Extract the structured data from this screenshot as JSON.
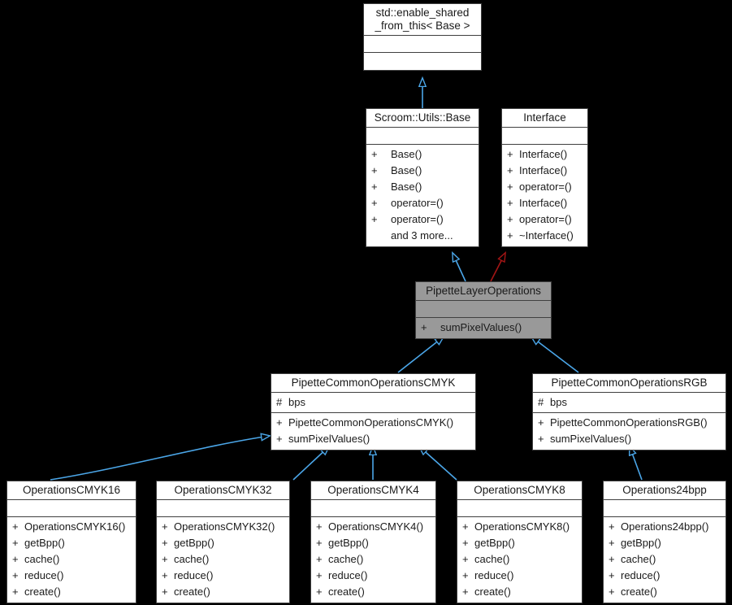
{
  "diagram": {
    "kind": "uml-class-inheritance",
    "background": "#000000",
    "edge_colors": {
      "public_inheritance": "#4BA6E8",
      "private_inheritance": "#A31515"
    },
    "highlight_fill": "#999999"
  },
  "classes": {
    "enable_shared_from_this": {
      "name": "std::enable_shared\n_from_this< Base >",
      "attributes": [],
      "operations": []
    },
    "scroom_utils_base": {
      "name": "Scroom::Utils::Base",
      "attributes": [],
      "operations": [
        {
          "vis": "+",
          "label": "Base()"
        },
        {
          "vis": "+",
          "label": "Base()"
        },
        {
          "vis": "+",
          "label": "Base()"
        },
        {
          "vis": "+",
          "label": "operator=()"
        },
        {
          "vis": "+",
          "label": "operator=()"
        },
        {
          "vis": "",
          "label": "and 3 more..."
        }
      ]
    },
    "interface": {
      "name": "Interface",
      "attributes": [],
      "operations": [
        {
          "vis": "+",
          "label": "Interface()"
        },
        {
          "vis": "+",
          "label": "Interface()"
        },
        {
          "vis": "+",
          "label": "operator=()"
        },
        {
          "vis": "+",
          "label": "Interface()"
        },
        {
          "vis": "+",
          "label": "operator=()"
        },
        {
          "vis": "+",
          "label": "~Interface()"
        }
      ]
    },
    "pipette_layer_operations": {
      "name": "PipetteLayerOperations",
      "attributes": [],
      "operations": [
        {
          "vis": "+",
          "label": "sumPixelValues()"
        }
      ]
    },
    "pipette_common_operations_cmyk": {
      "name": "PipetteCommonOperationsCMYK",
      "attributes": [
        {
          "vis": "#",
          "label": "bps"
        }
      ],
      "operations": [
        {
          "vis": "+",
          "label": "PipetteCommonOperationsCMYK()"
        },
        {
          "vis": "+",
          "label": "sumPixelValues()"
        }
      ]
    },
    "pipette_common_operations_rgb": {
      "name": "PipetteCommonOperationsRGB",
      "attributes": [
        {
          "vis": "#",
          "label": "bps"
        }
      ],
      "operations": [
        {
          "vis": "+",
          "label": "PipetteCommonOperationsRGB()"
        },
        {
          "vis": "+",
          "label": "sumPixelValues()"
        }
      ]
    },
    "operations_cmyk16": {
      "name": "OperationsCMYK16",
      "attributes": [],
      "operations": [
        {
          "vis": "+",
          "label": "OperationsCMYK16()"
        },
        {
          "vis": "+",
          "label": "getBpp()"
        },
        {
          "vis": "+",
          "label": "cache()"
        },
        {
          "vis": "+",
          "label": "reduce()"
        },
        {
          "vis": "+",
          "label": "create()"
        }
      ]
    },
    "operations_cmyk32": {
      "name": "OperationsCMYK32",
      "attributes": [],
      "operations": [
        {
          "vis": "+",
          "label": "OperationsCMYK32()"
        },
        {
          "vis": "+",
          "label": "getBpp()"
        },
        {
          "vis": "+",
          "label": "cache()"
        },
        {
          "vis": "+",
          "label": "reduce()"
        },
        {
          "vis": "+",
          "label": "create()"
        }
      ]
    },
    "operations_cmyk4": {
      "name": "OperationsCMYK4",
      "attributes": [],
      "operations": [
        {
          "vis": "+",
          "label": "OperationsCMYK4()"
        },
        {
          "vis": "+",
          "label": "getBpp()"
        },
        {
          "vis": "+",
          "label": "cache()"
        },
        {
          "vis": "+",
          "label": "reduce()"
        },
        {
          "vis": "+",
          "label": "create()"
        }
      ]
    },
    "operations_cmyk8": {
      "name": "OperationsCMYK8",
      "attributes": [],
      "operations": [
        {
          "vis": "+",
          "label": "OperationsCMYK8()"
        },
        {
          "vis": "+",
          "label": "getBpp()"
        },
        {
          "vis": "+",
          "label": "cache()"
        },
        {
          "vis": "+",
          "label": "reduce()"
        },
        {
          "vis": "+",
          "label": "create()"
        }
      ]
    },
    "operations_24bpp": {
      "name": "Operations24bpp",
      "attributes": [],
      "operations": [
        {
          "vis": "+",
          "label": "Operations24bpp()"
        },
        {
          "vis": "+",
          "label": "getBpp()"
        },
        {
          "vis": "+",
          "label": "cache()"
        },
        {
          "vis": "+",
          "label": "reduce()"
        },
        {
          "vis": "+",
          "label": "create()"
        }
      ]
    }
  },
  "relationships": [
    {
      "from": "scroom_utils_base",
      "to": "enable_shared_from_this",
      "type": "public-inheritance"
    },
    {
      "from": "pipette_layer_operations",
      "to": "scroom_utils_base",
      "type": "public-inheritance"
    },
    {
      "from": "pipette_layer_operations",
      "to": "interface",
      "type": "private-inheritance"
    },
    {
      "from": "pipette_common_operations_cmyk",
      "to": "pipette_layer_operations",
      "type": "public-inheritance"
    },
    {
      "from": "pipette_common_operations_rgb",
      "to": "pipette_layer_operations",
      "type": "public-inheritance"
    },
    {
      "from": "operations_cmyk16",
      "to": "pipette_common_operations_cmyk",
      "type": "public-inheritance"
    },
    {
      "from": "operations_cmyk32",
      "to": "pipette_common_operations_cmyk",
      "type": "public-inheritance"
    },
    {
      "from": "operations_cmyk4",
      "to": "pipette_common_operations_cmyk",
      "type": "public-inheritance"
    },
    {
      "from": "operations_cmyk8",
      "to": "pipette_common_operations_cmyk",
      "type": "public-inheritance"
    },
    {
      "from": "operations_24bpp",
      "to": "pipette_common_operations_rgb",
      "type": "public-inheritance"
    }
  ]
}
